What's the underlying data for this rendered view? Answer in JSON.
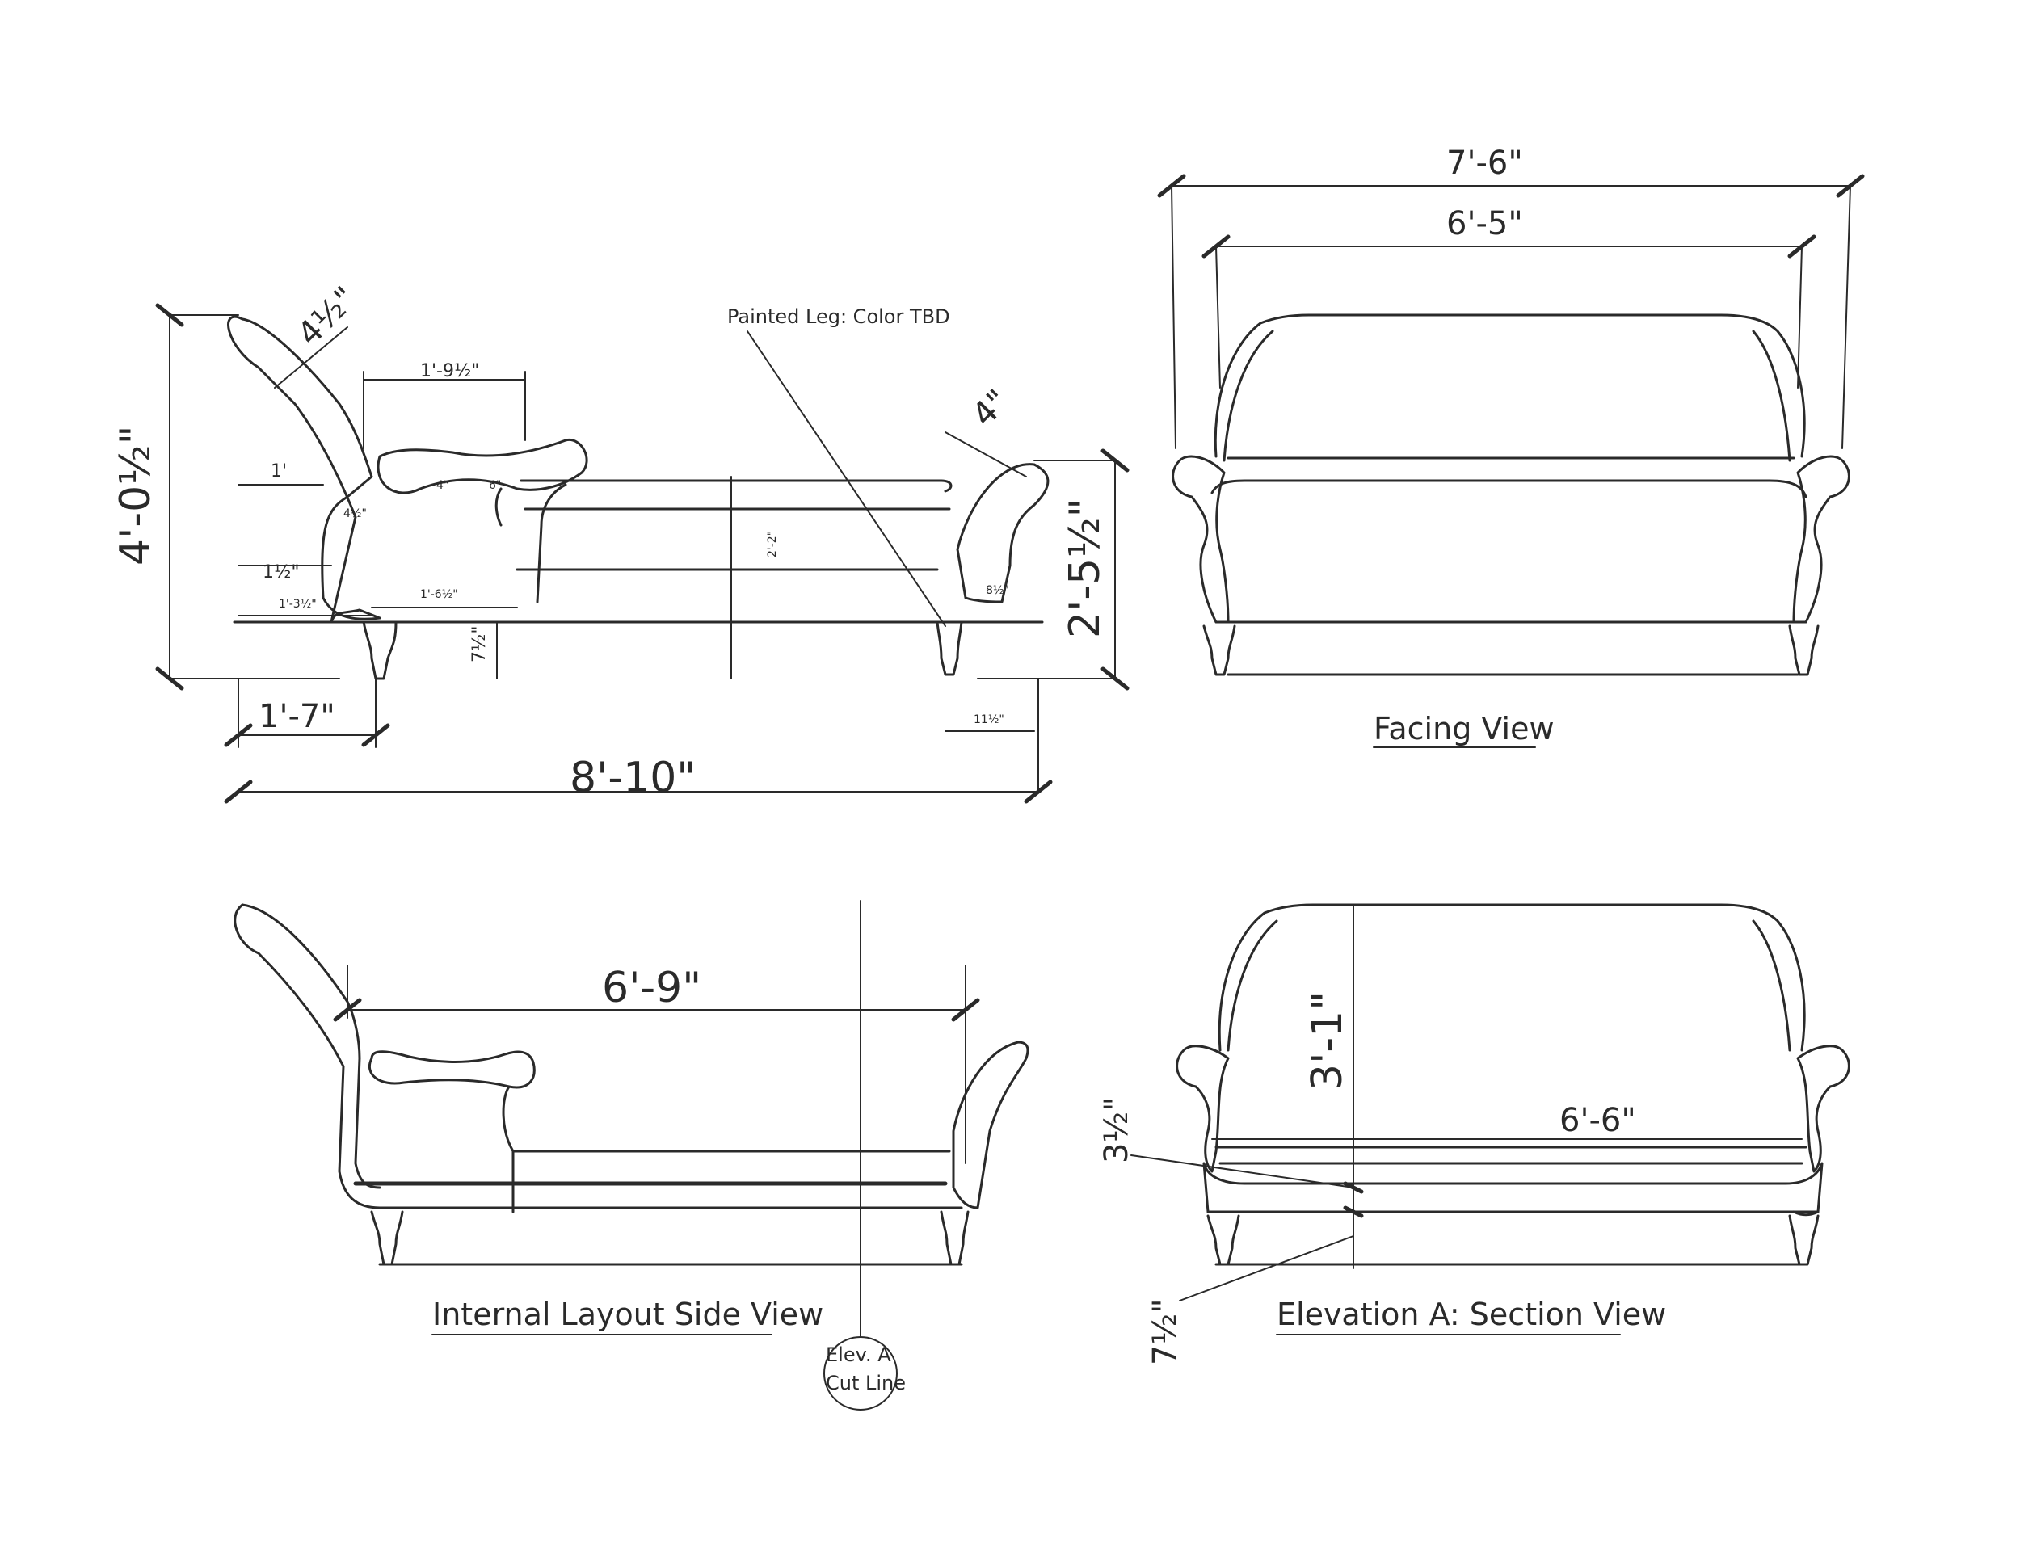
{
  "notes": {
    "painted_leg": "Painted Leg: Color TBD"
  },
  "side_view": {
    "dims": {
      "overall_height": "4'-0½\"",
      "arm_thickness_left": "4½\"",
      "arm_top_length": "1'-9½\"",
      "end_arm_thickness": "4\"",
      "arm_height_right": "2'-5½\"",
      "back_depth": "1'",
      "arm_pad_1": "4½\"",
      "arm_pad_2": "4\"",
      "arm_pad_3": "6\"",
      "lower_offset": "1½\"",
      "seat_height": "2'-2\"",
      "seat_deck_left": "1'-3½\"",
      "seat_deck_mid": "1'-6½\"",
      "right_leg_offset": "8½\"",
      "leg_height": "7½\"",
      "leg_base_offset": "1'-7\"",
      "leg_base_right": "11½\"",
      "overall_length": "8'-10\""
    }
  },
  "facing_view": {
    "title": "Facing View",
    "dims": {
      "overall_width": "7'-6\"",
      "inner_width": "6'-5\""
    }
  },
  "internal_view": {
    "title": "Internal Layout Side View",
    "dims": {
      "interior_length": "6'-9\""
    },
    "cut_line_label_1": "Elev. A",
    "cut_line_label_2": "Cut Line"
  },
  "section_view": {
    "title": "Elevation A: Section View",
    "dims": {
      "back_height": "3'-1\"",
      "seat_width": "6'-6\"",
      "cushion_thickness": "3½\"",
      "leg_height": "7½\""
    }
  }
}
